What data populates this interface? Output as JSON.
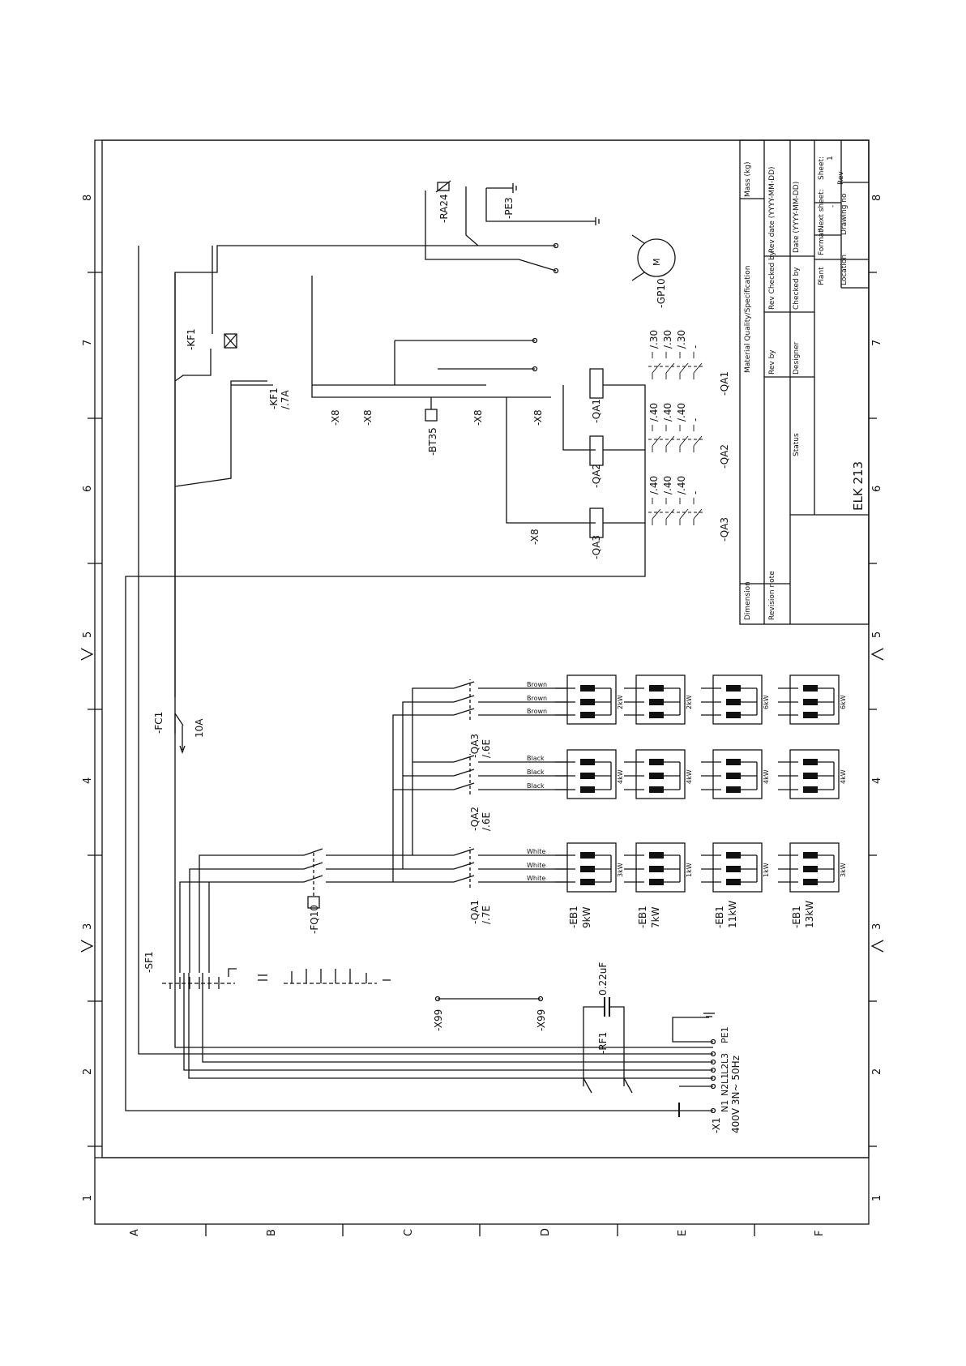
{
  "title_block": {
    "mass": "Mass (kg)",
    "material": "Material Quality/Specification",
    "rev_date": "Rev date (YYYY-MM-DD)",
    "rev_checked": "Rev Checked by",
    "rev_by": "Rev by",
    "date": "Date (YYYY-MM-DD)",
    "checked_by": "Checked by",
    "designer": "Designer",
    "status": "Status",
    "dimension": "Dimension",
    "revision_note": "Revision note",
    "sheet": "Sheet:",
    "sheet_no": "1",
    "next_sheet": "Next sheet:",
    "next_sheet_no": "-",
    "rev": "Rev",
    "format": "Format",
    "drawing_no": "Drawing no",
    "plant": "Plant",
    "location": "Location",
    "drawing_name": "ELK 213"
  },
  "grid": {
    "columns": [
      "8",
      "7",
      "6",
      "5",
      "4",
      "3",
      "2",
      "1"
    ],
    "rows": [
      "A",
      "B",
      "C",
      "D",
      "E",
      "F"
    ]
  },
  "supply": {
    "label": "400V 3N~ 50Hz",
    "terminal": "-X1",
    "pins": [
      "PE1",
      "L3",
      "L2",
      "L1",
      "N2",
      "N1"
    ]
  },
  "components": {
    "sf1": "-SF1",
    "fc1": "-FC1",
    "fc1_rating": "10A",
    "fq10": "-FQ10",
    "kf1": "-KF1",
    "kf1b": "-KF1",
    "kf1b_ref": "/.7A",
    "ra24": "-RA24",
    "pe3": "-PE3",
    "gp10": "-GP10",
    "bt35": "-BT35",
    "rf1": "-RF1",
    "rf1_value": "0.22uF",
    "x99a": "-X99",
    "x99b": "-X99",
    "qa1": "-QA1",
    "qa1_ref": "/.7E",
    "qa2": "-QA2",
    "qa2_ref": "/.6E",
    "qa3": "-QA3",
    "qa3_ref": "/.6E",
    "x8": "-X8"
  },
  "contactors": [
    {
      "name": "-QA1",
      "refs": [
        "/.30",
        "/.30",
        "/.30",
        "-"
      ]
    },
    {
      "name": "-QA2",
      "refs": [
        "/.40",
        "/.40",
        "/.40",
        "-"
      ]
    },
    {
      "name": "-QA3",
      "refs": [
        "/.40",
        "/.40",
        "/.40",
        "-"
      ]
    }
  ],
  "heaters": [
    {
      "name": "-EB1",
      "power": "9kW",
      "steps": [
        "3kW",
        "4kW",
        "2kW"
      ]
    },
    {
      "name": "-EB1",
      "power": "7kW",
      "steps": [
        "1kW",
        "4kW",
        "2kW"
      ]
    },
    {
      "name": "-EB1",
      "power": "11kW",
      "steps": [
        "1kW",
        "4kW",
        "6kW"
      ]
    },
    {
      "name": "-EB1",
      "power": "13kW",
      "steps": [
        "3kW",
        "4kW",
        "6kW"
      ]
    }
  ],
  "wire_colors": {
    "white": "White",
    "black": "Black",
    "brown": "Brown"
  }
}
